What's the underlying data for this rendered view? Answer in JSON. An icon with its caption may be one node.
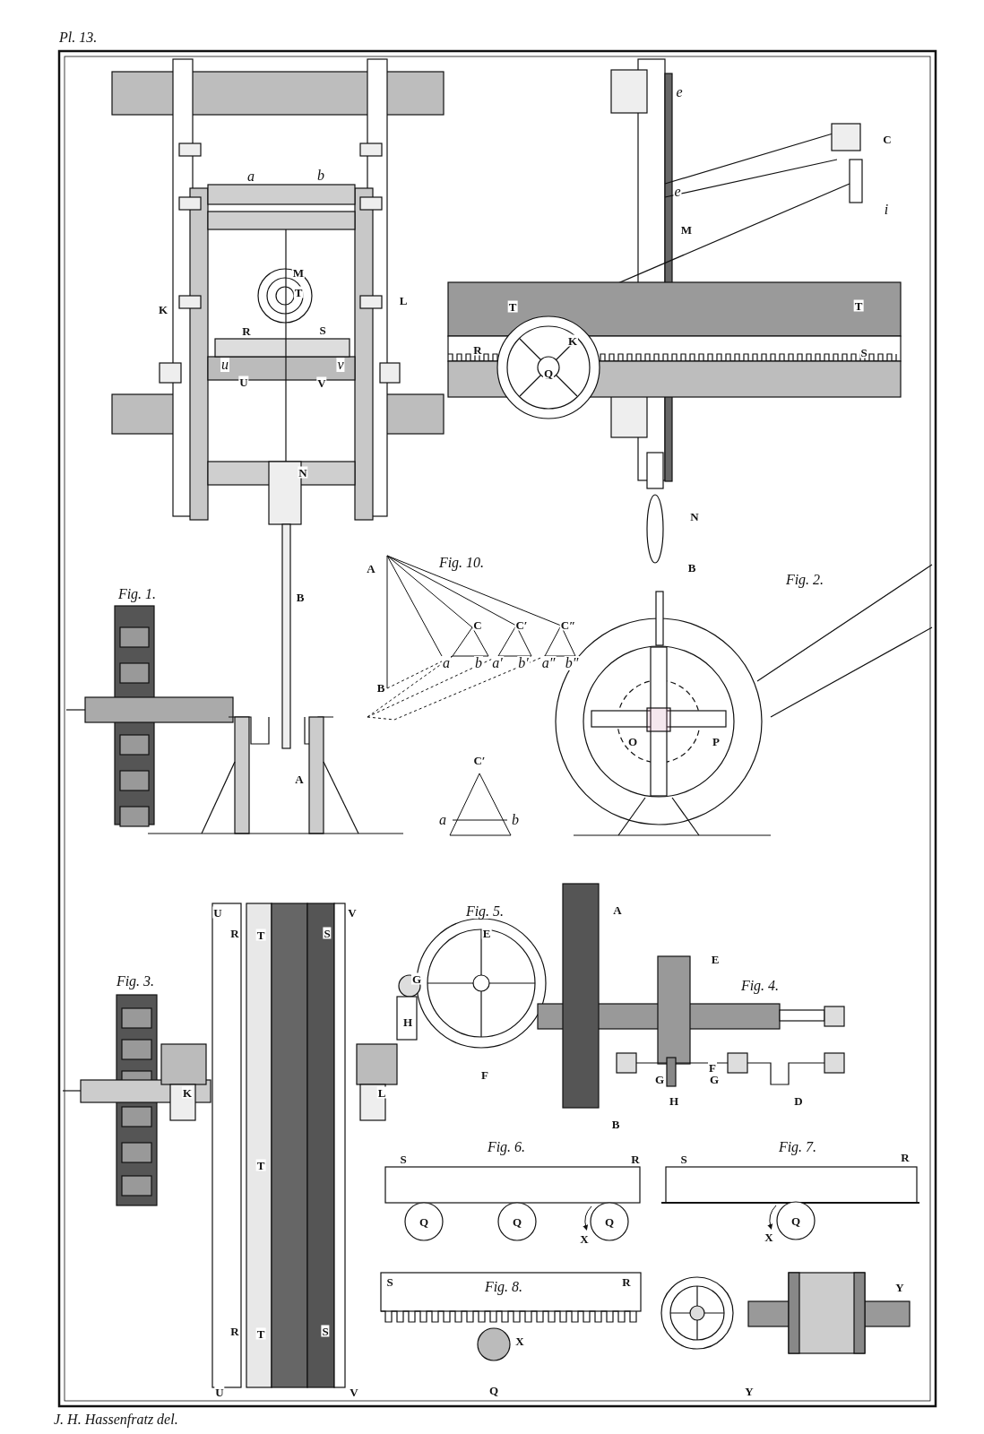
{
  "diagram": {
    "labels": [
      "Pl. 13.",
      "a",
      "b",
      "M",
      "T",
      "K",
      "L",
      "R",
      "S",
      "u",
      "v",
      "U",
      "V",
      "N",
      "e",
      "C",
      "e",
      "i",
      "M",
      "T",
      "T",
      "K",
      "R",
      "S",
      "Q",
      "N",
      "Fig. 10.",
      "A",
      "Fig. 1.",
      "B",
      "B",
      "Fig. 2.",
      "C",
      "C′",
      "C″",
      "a",
      "b",
      "a′",
      "b′",
      "a″",
      "b″",
      "B",
      "O",
      "P",
      "C′",
      "A",
      "a",
      "b",
      "U",
      "V",
      "Fig. 5.",
      "A",
      "R",
      "T",
      "S",
      "E",
      "E",
      "Fig. 3.",
      "G",
      "Fig. 4.",
      "H",
      "F",
      "F",
      "G",
      "G",
      "K",
      "L",
      "H",
      "D",
      "B",
      "Fig. 6.",
      "Fig. 7.",
      "S",
      "R",
      "S",
      "R",
      "T",
      "Q",
      "Q",
      "Q",
      "Q",
      "X",
      "X",
      "S",
      "R",
      "Fig. 8.",
      "Y",
      "R",
      "T",
      "S",
      "X",
      "U",
      "V",
      "Q",
      "Y",
      "J. H. Hassenfratz del."
    ]
  }
}
